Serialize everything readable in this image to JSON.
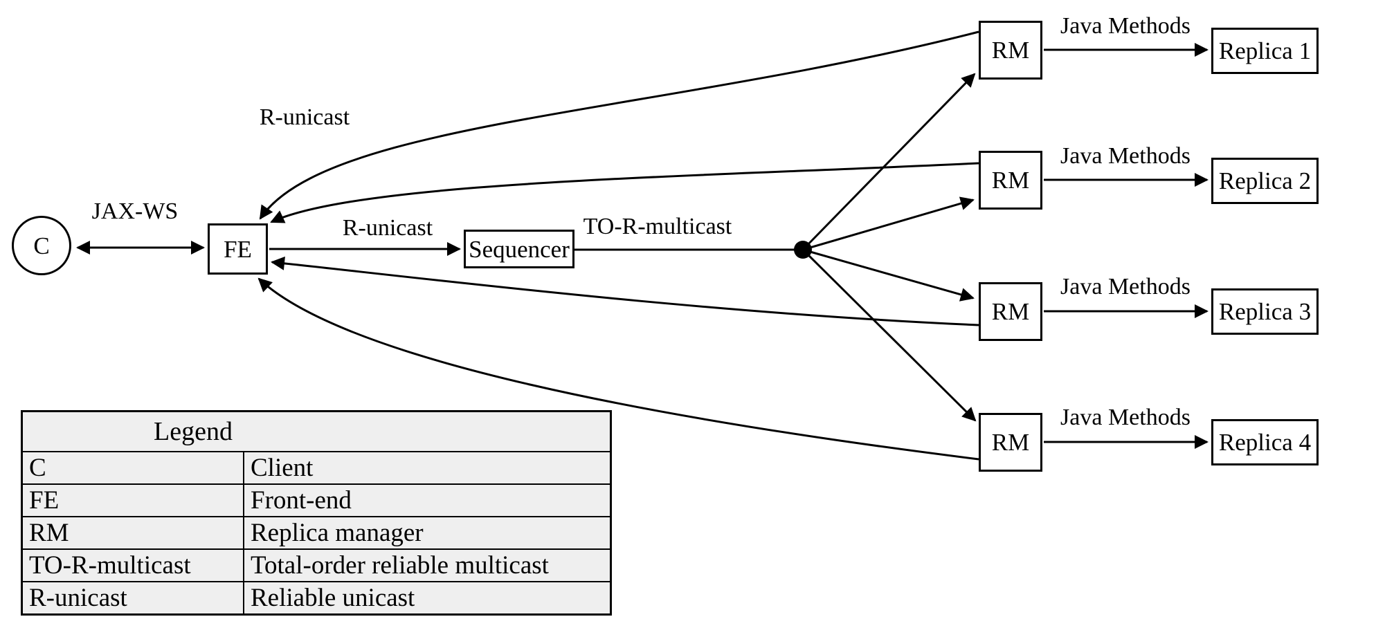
{
  "diagram": {
    "client": {
      "label": "C"
    },
    "frontend": {
      "label": "FE"
    },
    "sequencer": {
      "label": "Sequencer"
    },
    "edge_labels": {
      "jaxws": "JAX-WS",
      "r_unicast_top": "R-unicast",
      "r_unicast_mid": "R-unicast",
      "to_r_multicast": "TO-R-multicast",
      "java_methods": "Java Methods"
    },
    "replica_managers": [
      {
        "label": "RM"
      },
      {
        "label": "RM"
      },
      {
        "label": "RM"
      },
      {
        "label": "RM"
      }
    ],
    "replicas": [
      {
        "label": "Replica 1"
      },
      {
        "label": "Replica 2"
      },
      {
        "label": "Replica 3"
      },
      {
        "label": "Replica 4"
      }
    ]
  },
  "legend": {
    "title": "Legend",
    "rows": [
      {
        "term": "C",
        "definition": "Client"
      },
      {
        "term": "FE",
        "definition": "Front-end"
      },
      {
        "term": "RM",
        "definition": "Replica manager"
      },
      {
        "term": "TO-R-multicast",
        "definition": "Total-order reliable multicast"
      },
      {
        "term": "R-unicast",
        "definition": "Reliable unicast"
      }
    ]
  },
  "colors": {
    "line": "#000000",
    "background": "#ffffff",
    "legend_background": "#efefef"
  }
}
